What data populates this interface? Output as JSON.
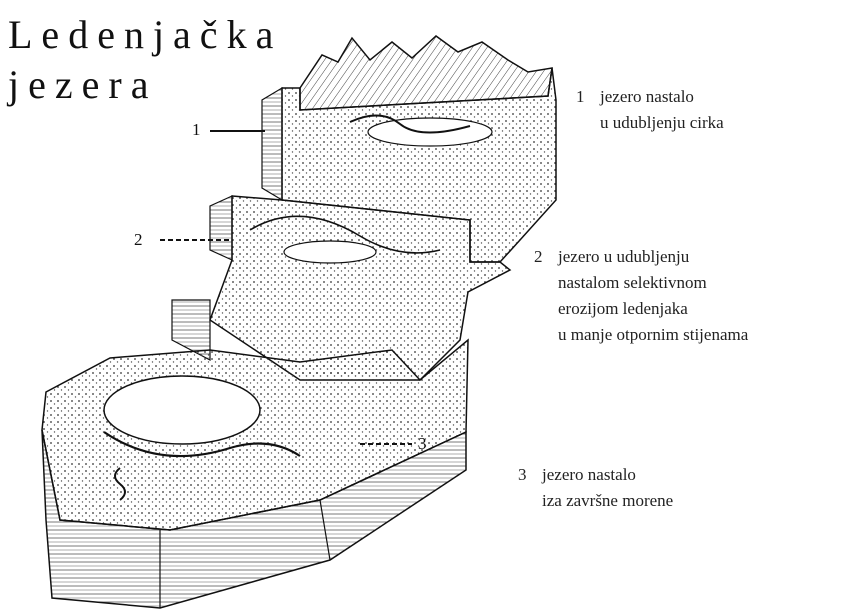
{
  "title": {
    "line1": "Ledenjačka",
    "line2": "jezera"
  },
  "callouts": [
    {
      "number": "1",
      "lines": [
        "jezero nastalo",
        "u udubljenju cirka"
      ]
    },
    {
      "number": "2",
      "lines": [
        "jezero u udubljenju",
        "nastalom selektivnom",
        "erozijom ledenjaka",
        "u manje otpornim stijenama"
      ]
    },
    {
      "number": "3",
      "lines": [
        "jezero nastalo",
        "iza završne morene"
      ]
    }
  ],
  "markers": [
    "1",
    "2",
    "3"
  ]
}
